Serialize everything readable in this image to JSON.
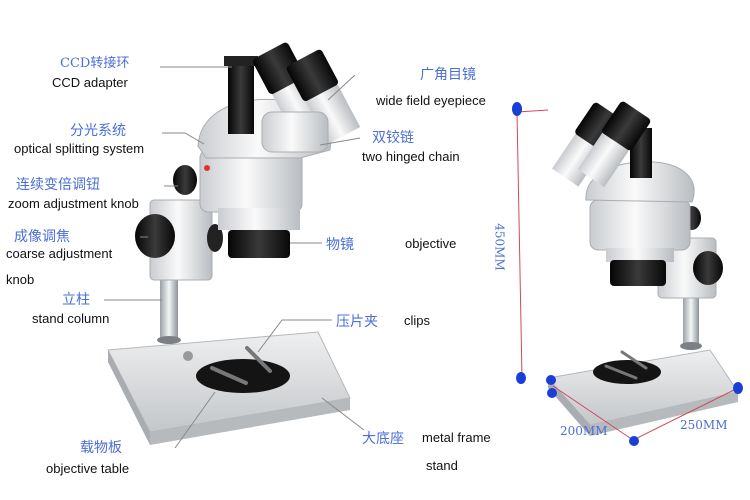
{
  "labels": {
    "ccd_adapter": {
      "zh": "CCD转接环",
      "en": "CCD adapter"
    },
    "optical_splitting": {
      "zh": "分光系统",
      "en": "optical splitting system"
    },
    "zoom_knob": {
      "zh": "连续变倍调钮",
      "en": "zoom adjustment knob"
    },
    "coarse_knob": {
      "zh": "成像调焦",
      "en": "coarse adjustment",
      "en2": "knob"
    },
    "stand_column": {
      "zh": "立柱",
      "en": "stand column"
    },
    "eyepiece": {
      "zh": "广角目镜",
      "en": "wide field eyepiece"
    },
    "hinged_chain": {
      "zh": "双铰链",
      "en": "two hinged chain"
    },
    "objective": {
      "zh": "物镜",
      "en": "objective"
    },
    "clips": {
      "zh": "压片夹",
      "en": "clips"
    },
    "objective_table": {
      "zh": "载物板",
      "en": "objective table"
    },
    "metal_frame": {
      "zh": "大底座",
      "en": "metal frame",
      "en2": "stand"
    }
  },
  "dimensions": {
    "height": "450MM",
    "depth": "200MM",
    "width": "250MM"
  },
  "colors": {
    "label_zh": "#4a6fd6",
    "label_en": "#111111",
    "dimension_line": "#d04a5a",
    "dimension_marker": "#1a3fd6"
  }
}
